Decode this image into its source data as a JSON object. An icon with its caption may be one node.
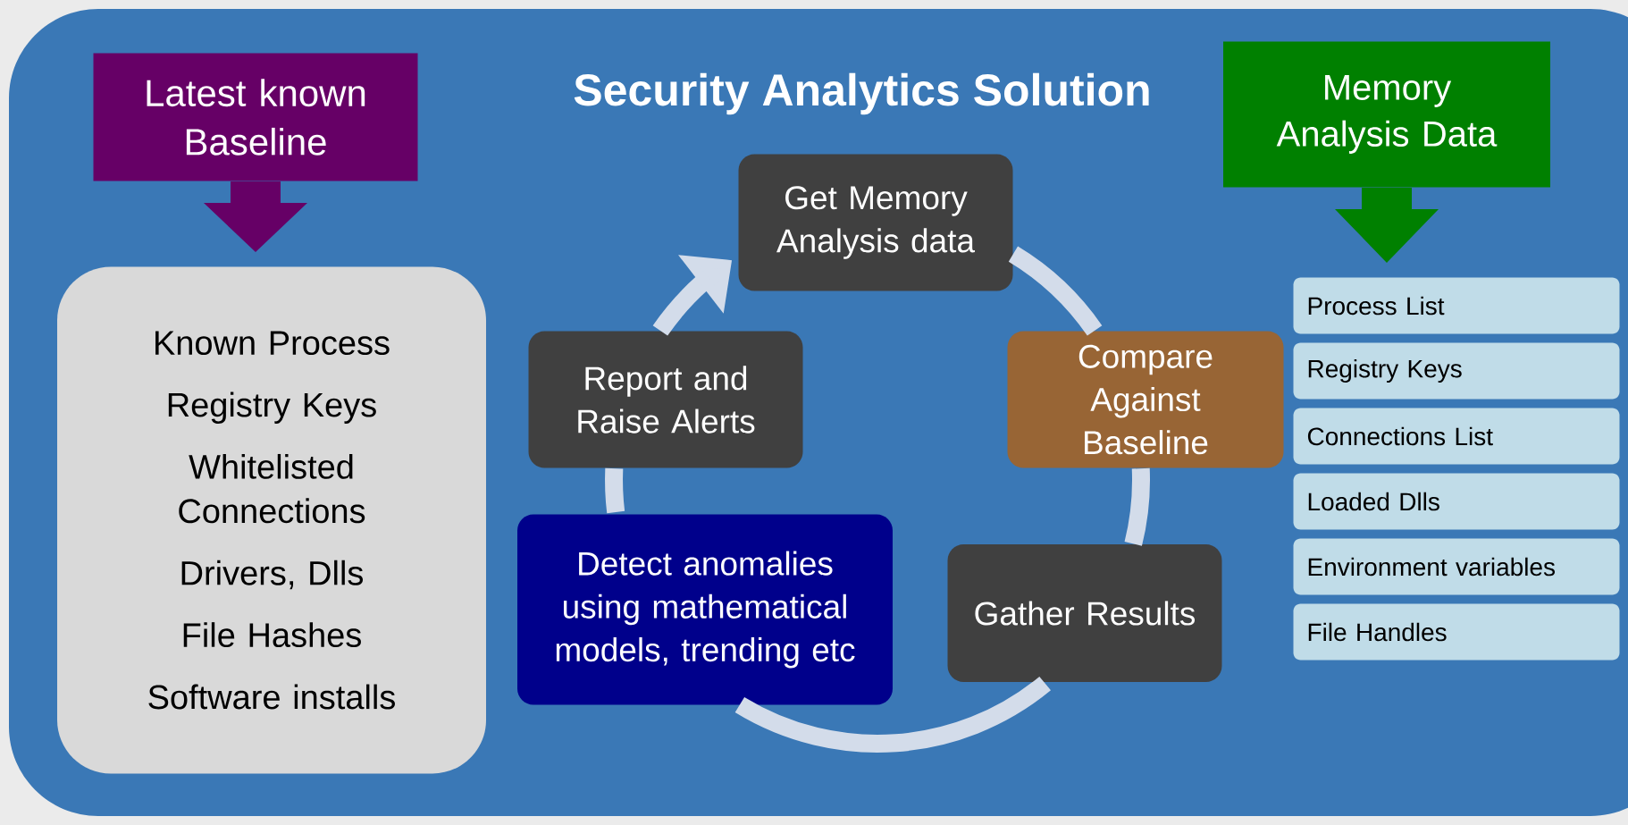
{
  "diagram": {
    "title": "Security Analytics Solution",
    "nodes": [
      {
        "text": [
          "Latest known Baseline"
        ]
      },
      {
        "text": [
          "Known Process",
          "Registry Keys",
          "Whitelisted Connections",
          "Drivers, Dlls",
          "File Hashes",
          "Software installs"
        ]
      },
      {
        "text": [
          "Get Memory Analysis data"
        ]
      },
      {
        "text": [
          "Compare Against Baseline"
        ]
      },
      {
        "text": [
          "Gather Results"
        ]
      },
      {
        "text": [
          "Detect anomalies using mathematical models, trending etc"
        ]
      },
      {
        "text": [
          "Report and Raise Alerts"
        ]
      },
      {
        "text": [
          "Memory Analysis Data"
        ]
      },
      {
        "text": [
          "Process List"
        ]
      },
      {
        "text": [
          "Registry Keys"
        ]
      },
      {
        "text": [
          "Connections List"
        ]
      },
      {
        "text": [
          "Loaded Dlls"
        ]
      },
      {
        "text": [
          "Environment variables"
        ]
      },
      {
        "text": [
          "File Handles"
        ]
      }
    ],
    "edges": [
      {
        "from": 0,
        "to": 1,
        "arrow": "to",
        "color": "#660066"
      },
      {
        "from": 2,
        "to": 3,
        "arrow": "none"
      },
      {
        "from": 3,
        "to": 4,
        "arrow": "none"
      },
      {
        "from": 4,
        "to": 5,
        "arrow": "none"
      },
      {
        "from": 5,
        "to": 6,
        "arrow": "none"
      },
      {
        "from": 6,
        "to": 2,
        "arrow": "to"
      },
      {
        "from": 7,
        "to": 8,
        "arrow": "to",
        "color": "#008000"
      }
    ]
  }
}
